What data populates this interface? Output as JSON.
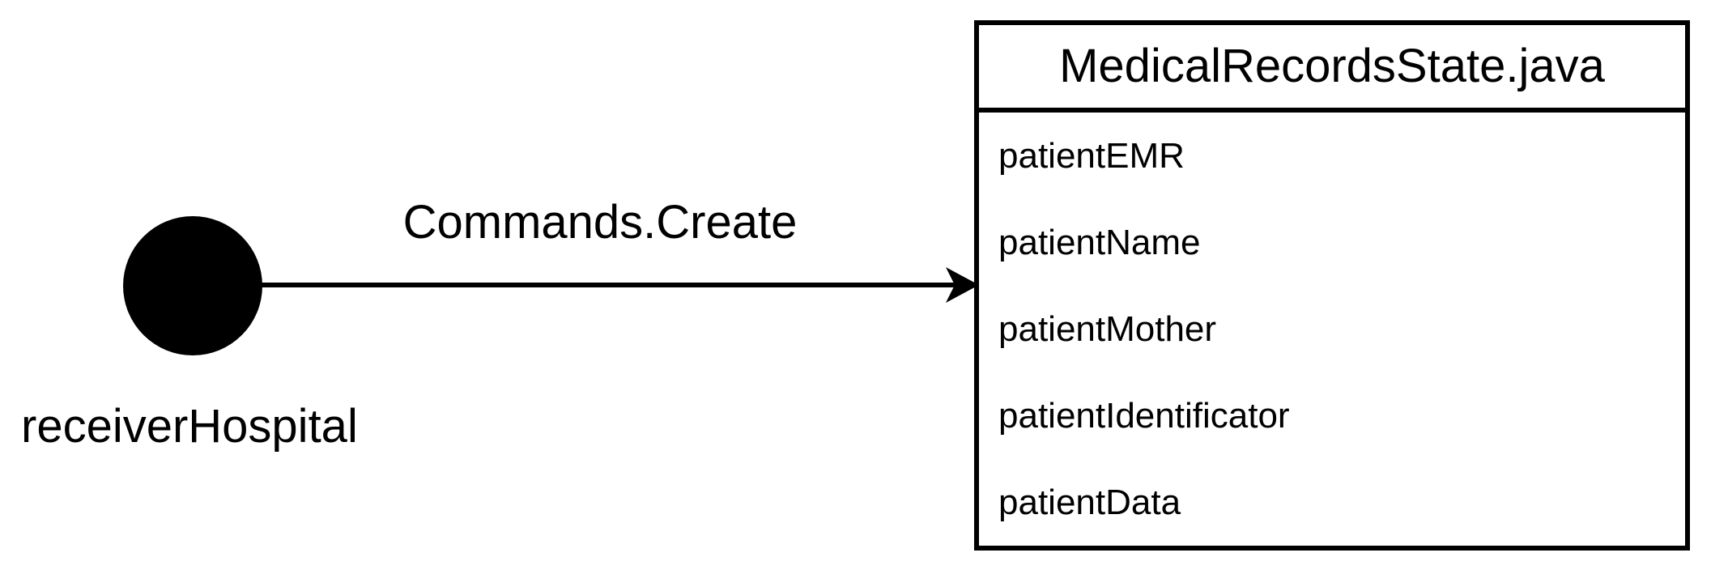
{
  "diagram": {
    "actor": {
      "label": "receiverHospital",
      "shape": "filled-circle",
      "color": "#000000"
    },
    "arrow": {
      "label": "Commands.Create",
      "direction": "right",
      "color": "#000000"
    },
    "class_box": {
      "title": "MedicalRecordsState.java",
      "fields": [
        "patientEMR",
        "patientName",
        "patientMother",
        "patientIdentificator",
        "patientData"
      ],
      "border_color": "#000000",
      "background_color": "#ffffff"
    }
  }
}
